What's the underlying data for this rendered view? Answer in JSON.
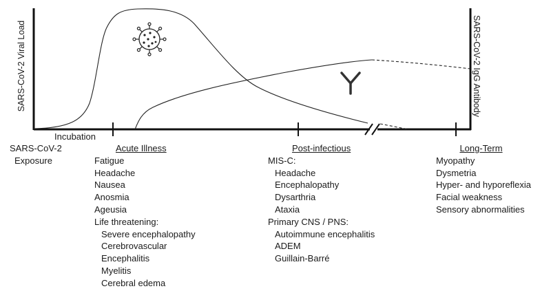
{
  "y_axis_left": "SARS-CoV-2 Viral Load",
  "y_axis_right": "SARS-CoV-2 IgG Antibody",
  "timeline": {
    "incubation": "Incubation",
    "exposure_line1": "SARS-CoV-2",
    "exposure_line2": "Exposure"
  },
  "phases": {
    "acute": {
      "heading": "Acute Illness",
      "items": [
        "Fatigue",
        "Headache",
        "Nausea",
        "Anosmia",
        "Ageusia"
      ],
      "life_threatening_label": "Life threatening:",
      "life_threatening": [
        "Severe encephalopathy",
        "Cerebrovascular",
        "Encephalitis",
        "Myelitis",
        "Cerebral edema"
      ]
    },
    "post_infectious": {
      "heading": "Post-infectious",
      "misc_label": "MIS-C:",
      "misc_items": [
        "Headache",
        "Encephalopathy",
        "Dysarthria",
        "Ataxia"
      ],
      "cns_label": "Primary CNS / PNS:",
      "cns_items": [
        "Autoimmune encephalitis",
        "ADEM",
        "Guillain-Barré"
      ]
    },
    "long_term": {
      "heading": "Long-Term",
      "items": [
        "Myopathy",
        "Dysmetria",
        "Hyper- and hyporeflexia",
        "Facial weakness",
        "Sensory abnormalities"
      ]
    }
  },
  "icons": [
    "virus-icon",
    "antibody-icon"
  ]
}
